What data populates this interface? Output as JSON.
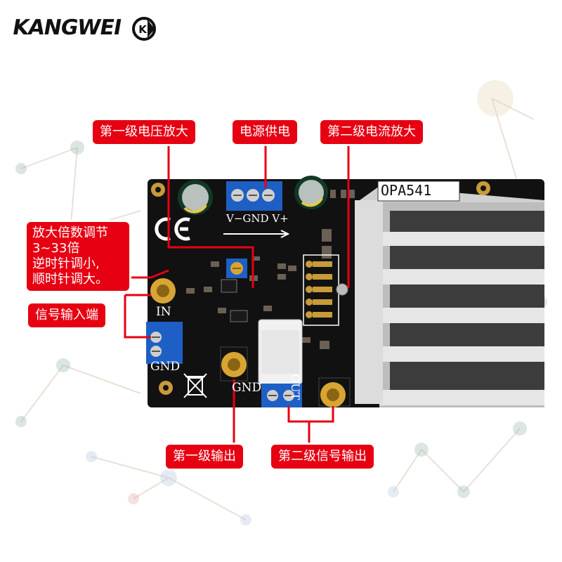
{
  "brand": {
    "name": "KANGWEI",
    "mark": "K"
  },
  "colors": {
    "label_bg": "#e60012",
    "board": "#111111",
    "heatsink": "#d8d8d8",
    "terminal": "#1d5fc4",
    "connector_gold": "#d8a533"
  },
  "labels": {
    "stage1_voltage_amp": "第一级电压放大",
    "power_supply": "电源供电",
    "stage2_current_amp": "第二级电流放大",
    "gain_adjust": [
      "放大倍数调节",
      "3~33倍",
      "逆时针调小,",
      "顺时针调大。"
    ],
    "signal_input": "信号输入端",
    "stage1_output": "第一级输出",
    "stage2_output": "第二级信号输出"
  },
  "board": {
    "chip": "OPA541",
    "power_pins": "V−GND V+",
    "input": "IN",
    "gnd_left": "GND",
    "gnd_mid": "GND",
    "out": "OUT",
    "ce": "CE"
  }
}
